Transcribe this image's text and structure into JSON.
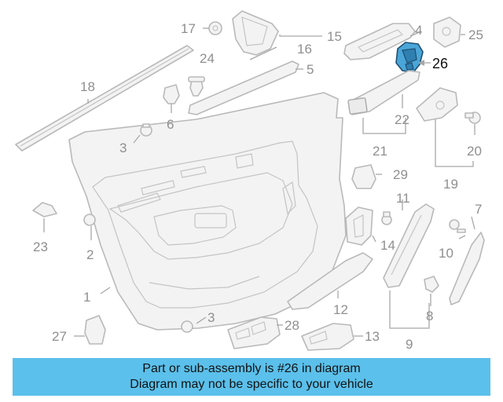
{
  "diagram": {
    "highlighted_part": "26",
    "highlight_color": "#4aa6d8",
    "callouts": {
      "p17": "17",
      "p16": "16",
      "p15": "15",
      "p4": "4",
      "p25": "25",
      "p26": "26",
      "p24": "24",
      "p5": "5",
      "p18": "18",
      "p6": "6",
      "p3a": "3",
      "p3b": "3",
      "p22": "22",
      "p21": "21",
      "p20": "20",
      "p19": "19",
      "p29": "29",
      "p11": "11",
      "p7": "7",
      "p23": "23",
      "p2": "2",
      "p14": "14",
      "p10": "10",
      "p1": "1",
      "p12": "12",
      "p8": "8",
      "p27": "27",
      "p28": "28",
      "p13": "13",
      "p9": "9"
    }
  },
  "banner": {
    "background": "#5bc0eb",
    "line1": "Part or sub-assembly is #26 in diagram",
    "line2": "Diagram may not be specific to your vehicle"
  }
}
